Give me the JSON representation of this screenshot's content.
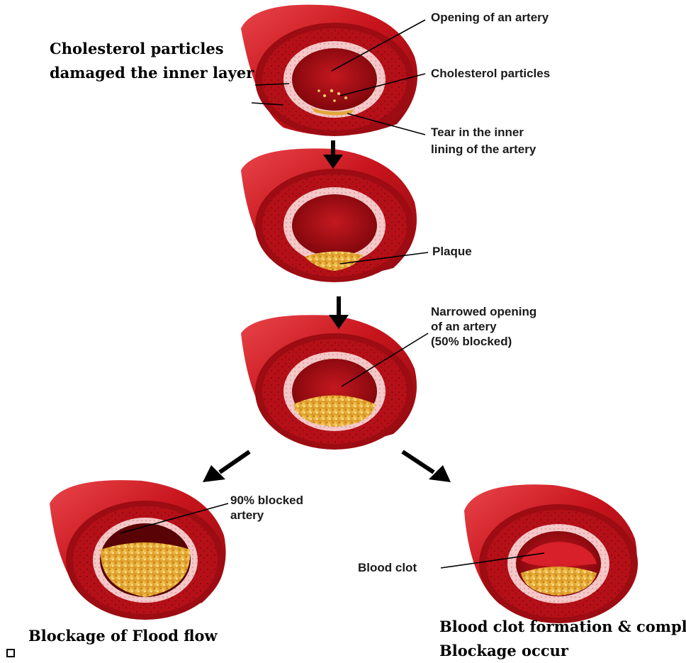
{
  "steps": [
    {
      "heading": [
        "Cholesterol particles",
        "damaged the inner layer"
      ],
      "callouts": [
        {
          "lines": [
            "Opening of an artery"
          ]
        },
        {
          "lines": [
            "Cholesterol particles"
          ]
        },
        {
          "lines": [
            "Tear in the inner",
            "lining of the artery"
          ]
        }
      ]
    },
    {
      "callouts": [
        {
          "lines": [
            "Plaque"
          ]
        }
      ]
    },
    {
      "callouts": [
        {
          "lines": [
            "Narrowed opening",
            "of an artery",
            "(50% blocked)"
          ]
        }
      ]
    }
  ],
  "outcomes": [
    {
      "callouts": [
        {
          "lines": [
            "90% blocked",
            "artery"
          ]
        }
      ],
      "caption": [
        "Blockage of Flood flow"
      ]
    },
    {
      "callouts": [
        {
          "lines": [
            "Blood clot"
          ]
        }
      ],
      "caption": [
        "Blood clot formation & completely",
        "Blockage occur"
      ]
    }
  ],
  "colors": {
    "artery_outer": "#c8141c",
    "artery_dark": "#8e0a10",
    "artery_highlight": "#e8454a",
    "lining": "#f0c0c0",
    "lumen": "#a30d14",
    "plaque": "#f2b63c",
    "plaque_dark": "#c8821a",
    "clot": "#d8202a"
  }
}
